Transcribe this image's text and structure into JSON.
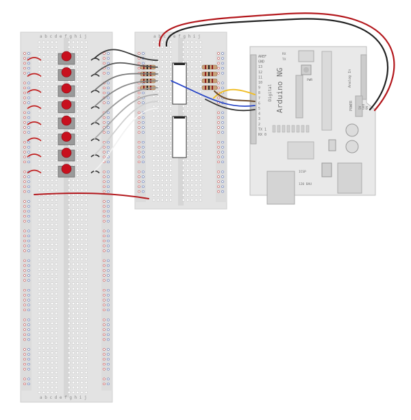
{
  "breadboard_left": {
    "column_letters_top": "a b c d e   f g h i j",
    "column_letters_bottom": "a b c d e   f g h i j",
    "button_count": 8
  },
  "breadboard_right": {
    "column_letters_top": "a b c d e   f g h i j",
    "chips": 2,
    "resistors": 8
  },
  "arduino": {
    "board_name": "Arduino NG",
    "digital_label": "Digital",
    "analog_label": "Analog In",
    "power_label": "POWER",
    "pwr_label": "PWR",
    "led_labels": [
      "RX",
      "TX"
    ],
    "pin_labels_right": [
      "5V",
      "Gnd",
      "9V"
    ],
    "pin_labels_left": [
      "AREF",
      "GND",
      "13",
      "12",
      "11",
      "10",
      "9",
      "8",
      "7",
      "6",
      "5",
      "4",
      "3",
      "2",
      "TX 1",
      "RX 0"
    ],
    "ic_labels": [
      "ICSP",
      "120 BAU"
    ]
  },
  "colors": {
    "board": "#e3e3e3",
    "board_edge": "#c9c9c9",
    "rail_red": "#c01f1f",
    "rail_blue": "#2b4aa3",
    "button_red": "#c8101e",
    "wire_black": "#333333",
    "wire_gray": "#8c8c8c",
    "wire_white": "#f2f2f2",
    "wire_red": "#b3171c",
    "wire_blue": "#2845c6",
    "wire_yellow": "#f0be2a",
    "wire_brown": "#6b4a2b"
  }
}
